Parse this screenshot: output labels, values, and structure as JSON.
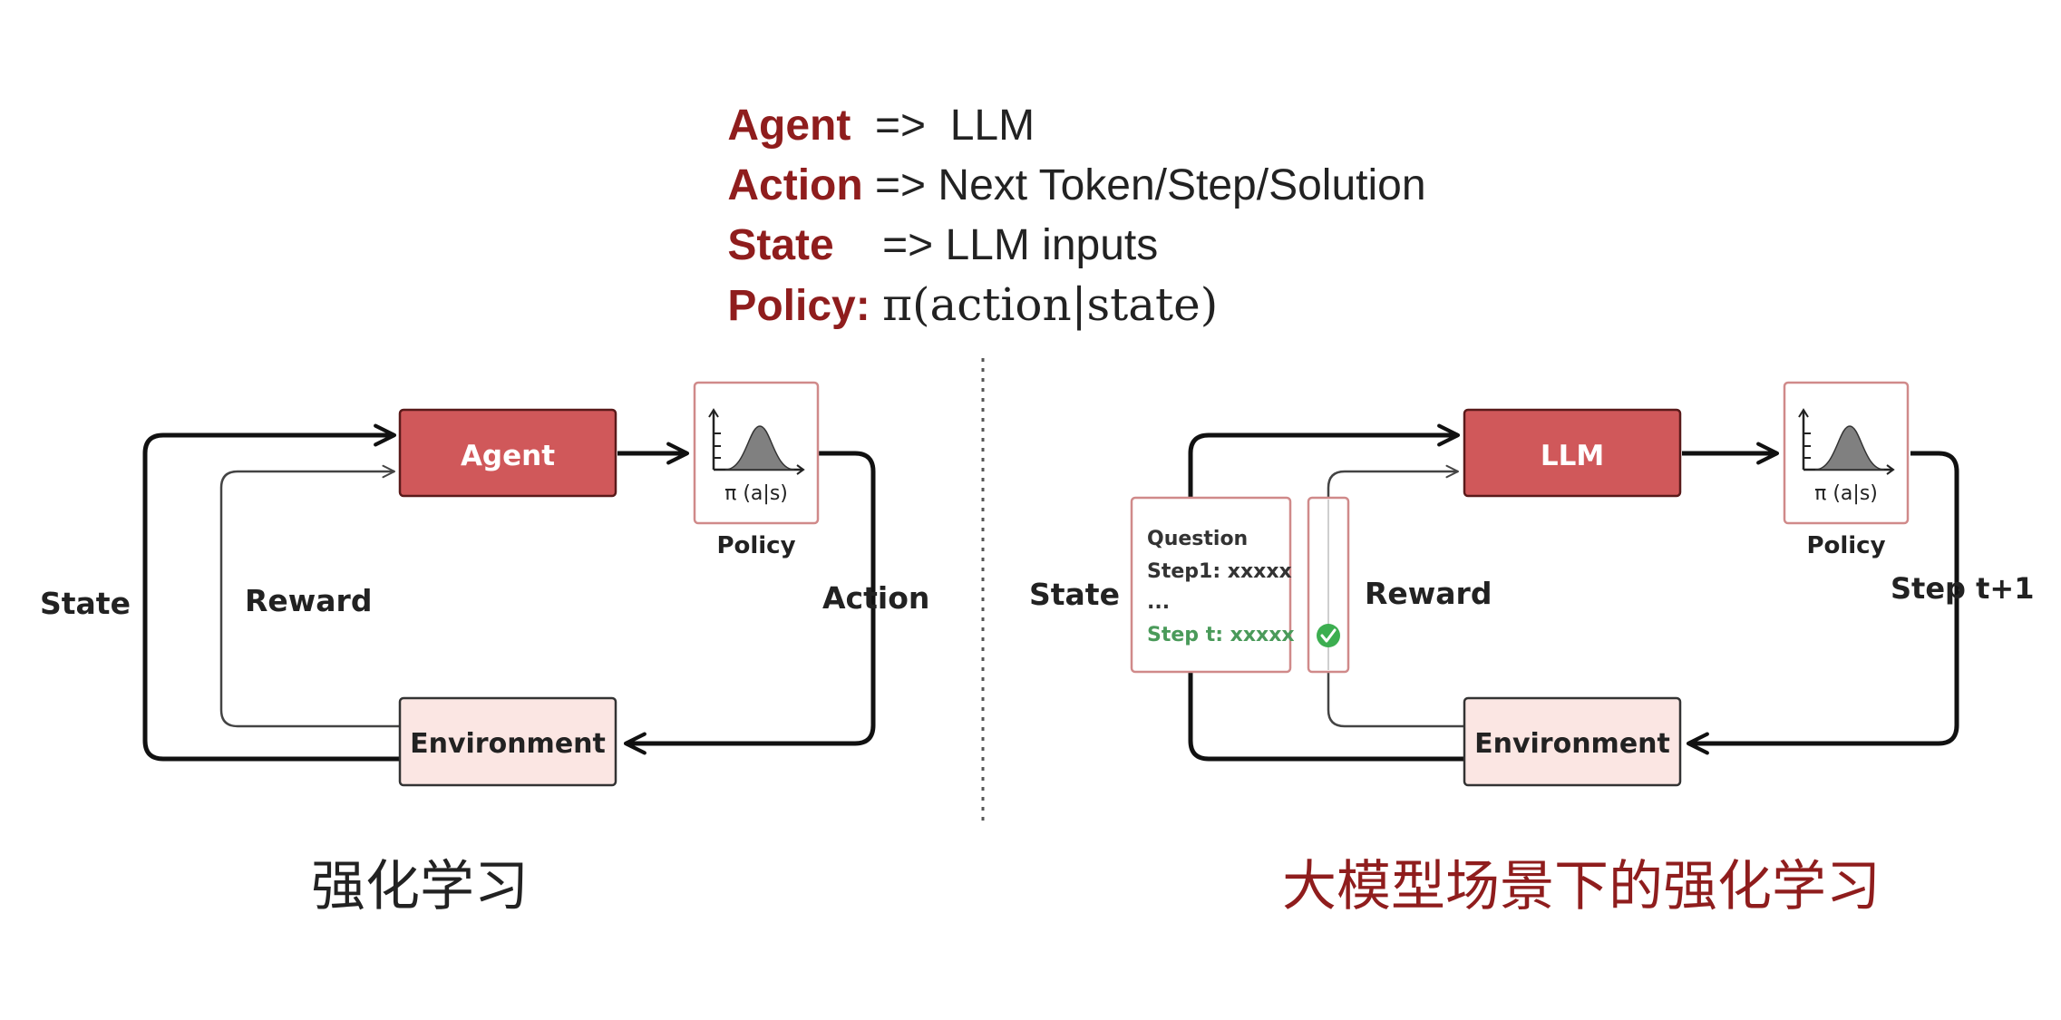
{
  "definitions": [
    {
      "term": "Agent",
      "mapping": "=>  LLM"
    },
    {
      "term": "Action",
      "mapping": "=> Next Token/Step/Solution"
    },
    {
      "term": "State",
      "mapping": "=> LLM inputs"
    },
    {
      "term": "Policy:",
      "mapping": "π(action|state)"
    }
  ],
  "left_diagram": {
    "agent_label": "Agent",
    "policy_formula": "π (a|s)",
    "policy_label": "Policy",
    "environment_label": "Environment",
    "state_label": "State",
    "reward_label": "Reward",
    "action_label": "Action",
    "caption": "强化学习"
  },
  "right_diagram": {
    "llm_label": "LLM",
    "policy_formula": "π (a|s)",
    "policy_label": "Policy",
    "environment_label": "Environment",
    "state_label": "State",
    "reward_label": "Reward",
    "step_label": "Step t+1",
    "state_card": {
      "line1": "Question",
      "line2": "Step1: xxxxx",
      "line3": "...",
      "line4": "Step t: xxxxx"
    },
    "caption": "大模型场景下的强化学习"
  },
  "colors": {
    "term_red": "#8f1d1d",
    "agent_fill": "#d0585a",
    "environment_fill": "#fbe6e3",
    "card_border": "#d08a8a",
    "check_green": "#3cae50",
    "step_green": "#4a9a5a",
    "caption_left": "#222222",
    "caption_right": "#8f1d1d"
  }
}
